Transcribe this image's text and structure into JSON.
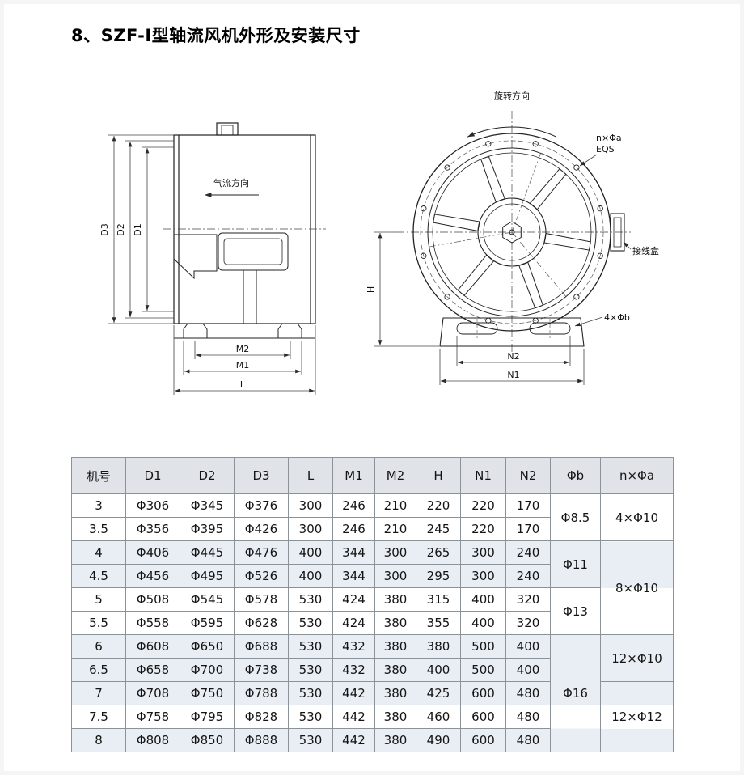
{
  "page": {
    "title": "8、SZF-I型轴流风机外形及安装尺寸"
  },
  "colors": {
    "header_bg": "#e0e4e8",
    "row_band": "#e9eef4",
    "line": "#2a2a2a"
  },
  "side_view": {
    "airflow_label": "气流方向",
    "dim_d3": "D3",
    "dim_d2": "D2",
    "dim_d1": "D1",
    "dim_m2": "M2",
    "dim_m1": "M1",
    "dim_l": "L"
  },
  "front_view": {
    "rotation_label": "旋转方向",
    "flange_holes_label": "n×Φa",
    "flange_holes_note": "EQS",
    "junction_box_label": "接线盒",
    "foot_holes_label": "4×Φb",
    "dim_h": "H",
    "dim_n2": "N2",
    "dim_n1": "N1"
  },
  "table": {
    "headers": [
      "机号",
      "D1",
      "D2",
      "D3",
      "L",
      "M1",
      "M2",
      "H",
      "N1",
      "N2",
      "Φb",
      "n×Φa"
    ],
    "rows": [
      [
        "3",
        "Φ306",
        "Φ345",
        "Φ376",
        "300",
        "246",
        "210",
        "220",
        "220",
        "170"
      ],
      [
        "3.5",
        "Φ356",
        "Φ395",
        "Φ426",
        "300",
        "246",
        "210",
        "245",
        "220",
        "170"
      ],
      [
        "4",
        "Φ406",
        "Φ445",
        "Φ476",
        "400",
        "344",
        "300",
        "265",
        "300",
        "240"
      ],
      [
        "4.5",
        "Φ456",
        "Φ495",
        "Φ526",
        "400",
        "344",
        "300",
        "295",
        "300",
        "240"
      ],
      [
        "5",
        "Φ508",
        "Φ545",
        "Φ578",
        "530",
        "424",
        "380",
        "315",
        "400",
        "320"
      ],
      [
        "5.5",
        "Φ558",
        "Φ595",
        "Φ628",
        "530",
        "424",
        "380",
        "355",
        "400",
        "320"
      ],
      [
        "6",
        "Φ608",
        "Φ650",
        "Φ688",
        "530",
        "432",
        "380",
        "380",
        "500",
        "400"
      ],
      [
        "6.5",
        "Φ658",
        "Φ700",
        "Φ738",
        "530",
        "432",
        "380",
        "400",
        "500",
        "400"
      ],
      [
        "7",
        "Φ708",
        "Φ750",
        "Φ788",
        "530",
        "442",
        "380",
        "425",
        "600",
        "480"
      ],
      [
        "7.5",
        "Φ758",
        "Φ795",
        "Φ828",
        "530",
        "442",
        "380",
        "460",
        "600",
        "480"
      ],
      [
        "8",
        "Φ808",
        "Φ850",
        "Φ888",
        "530",
        "442",
        "380",
        "490",
        "600",
        "480"
      ]
    ],
    "merged": {
      "phi_b": [
        "Φ8.5",
        "Φ11",
        "Φ13",
        "Φ16"
      ],
      "n_phi_a": [
        "4×Φ10",
        "8×Φ10",
        "12×Φ10",
        "12×Φ12"
      ]
    }
  }
}
